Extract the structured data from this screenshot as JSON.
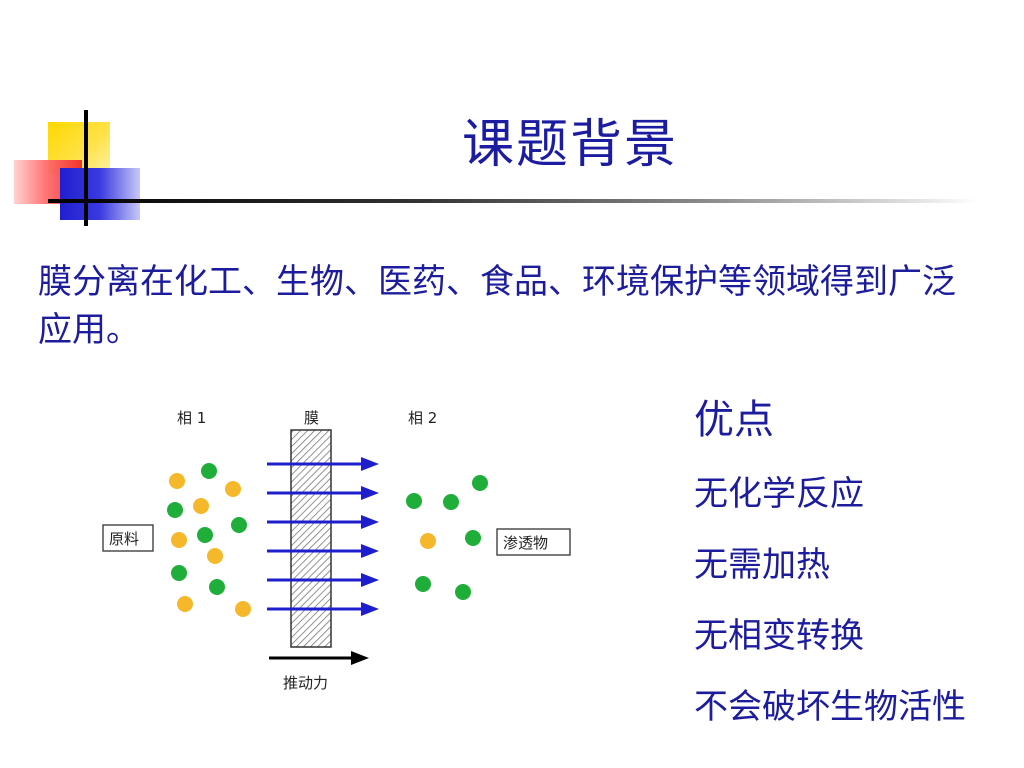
{
  "slide": {
    "title": "课题背景",
    "intro": "膜分离在化工、生物、医药、食品、环境保护等领域得到广泛应用。",
    "advantages": {
      "heading": "优点",
      "items": [
        "无化学反应",
        "无需加热",
        "无相变转换",
        "不会破坏生物活性"
      ]
    }
  },
  "diagram": {
    "label_phase1": "相 1",
    "label_membrane": "膜",
    "label_phase2": "相 2",
    "label_feed": "原料",
    "label_permeate": "渗透物",
    "label_driving_force": "推动力",
    "colors": {
      "yellow_particle": "#f5b82a",
      "green_particle": "#1fae3a",
      "arrow": "#1e1ecc",
      "text": "#1c1c9c"
    }
  }
}
